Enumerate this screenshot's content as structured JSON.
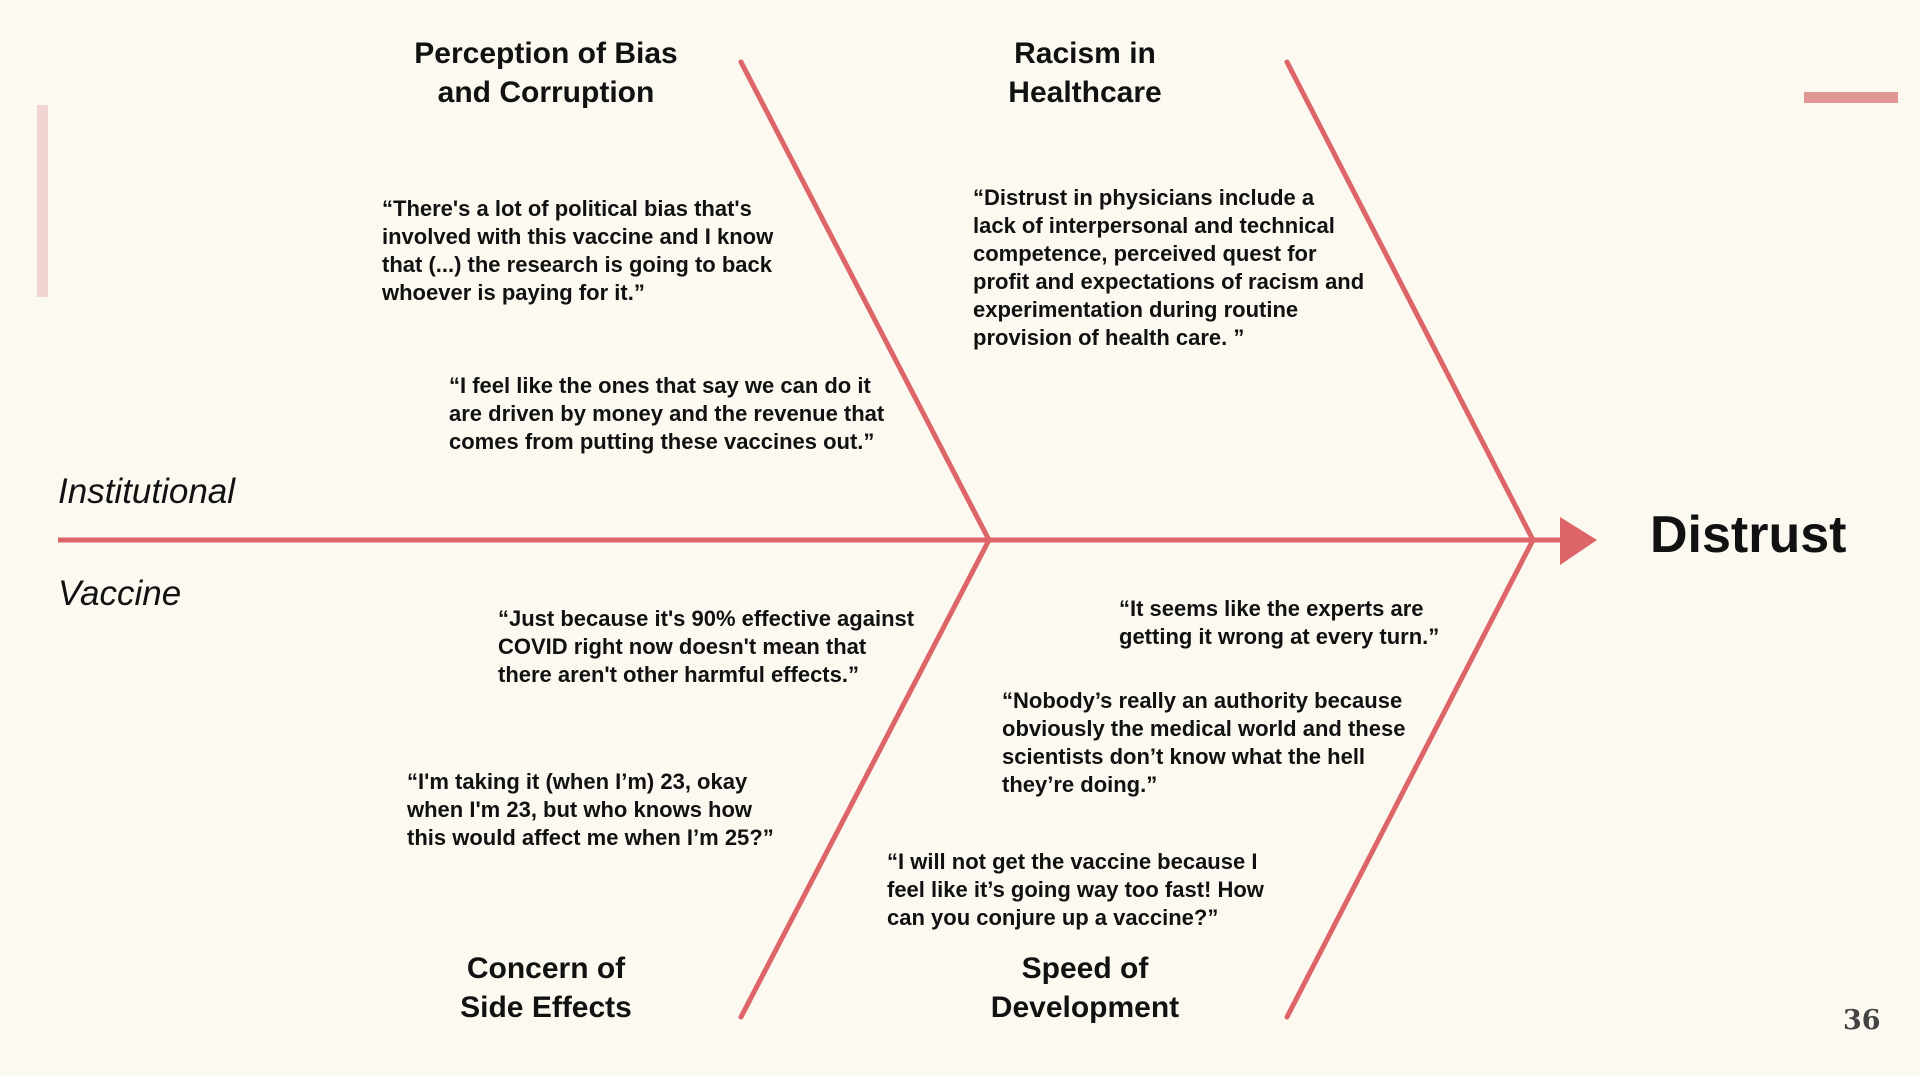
{
  "colors": {
    "background": "#fcf9f0",
    "line": "#dd6468",
    "text": "#111111",
    "accent_bar_left": "#efd4d2",
    "accent_bar_right": "#e09693"
  },
  "effect": "Distrust",
  "side_labels": {
    "upper": "Institutional",
    "lower": "Vaccine"
  },
  "categories": {
    "perception_of_bias": "Perception of Bias\nand Corruption",
    "racism_in_healthcare": "Racism in\nHealthcare",
    "concern_of_side_effects": "Concern of\nSide Effects",
    "speed_of_development": "Speed of\nDevelopment"
  },
  "quotes": {
    "political_bias": "“There's a lot of political bias that's\ninvolved with this vaccine and I know\nthat (...) the research is going to back\nwhoever is paying for it.”",
    "driven_by_money": "“I feel like the ones that say we can do it\nare driven by money and the revenue that\ncomes from putting these vaccines out.”",
    "distrust_in_physicians": "“Distrust in physicians include a\nlack of interpersonal and technical\ncompetence, perceived quest for\nprofit and expectations of racism and\nexperimentation during routine\nprovision of health care. ”",
    "ninety_percent_effective": "“Just because it's 90% effective against\nCOVID right now doesn't mean that\nthere aren't other harmful effects.”",
    "taking_it_at_23": "“I'm taking it (when I’m) 23, okay\nwhen I'm 23, but who knows how\nthis would affect me when I’m 25?”",
    "experts_wrong": "“It seems like the experts are\ngetting it wrong at every turn.”",
    "nobody_authority": "“Nobody’s really an authority because\nobviously the medical world and these\nscientists don’t know what the hell\nthey’re doing.”",
    "way_too_fast": "“I will not get the vaccine because I\nfeel like it’s going way too fast! How\ncan you conjure up a vaccine?”"
  },
  "page_number": "36"
}
